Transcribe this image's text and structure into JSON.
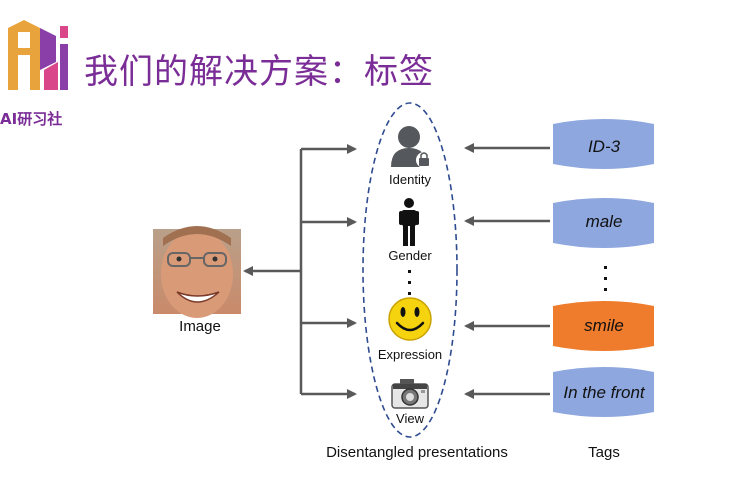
{
  "header": {
    "title": "我们的解决方案：标签",
    "brand_text": "AI研习社"
  },
  "image_label": "Image",
  "representations": {
    "group_label": "Disentangled presentations",
    "items": [
      {
        "label": "Identity",
        "icon": "user-lock-icon"
      },
      {
        "label": "Gender",
        "icon": "person-icon"
      },
      {
        "label": "Expression",
        "icon": "smiley-icon"
      },
      {
        "label": "View",
        "icon": "camera-icon"
      }
    ]
  },
  "tags": {
    "group_label": "Tags",
    "items": [
      {
        "label": "ID-3",
        "color": "#8fa7df"
      },
      {
        "label": "male",
        "color": "#8fa7df"
      },
      {
        "label": "smile",
        "color": "#ef7b2c"
      },
      {
        "label": "In the front",
        "color": "#8fa7df"
      }
    ]
  },
  "colors": {
    "title": "#7a2d96",
    "arrow": "#595959",
    "ellipse_border": "#2f4b8f",
    "tag_blue": "#8fa7df",
    "tag_orange": "#ef7b2c"
  }
}
